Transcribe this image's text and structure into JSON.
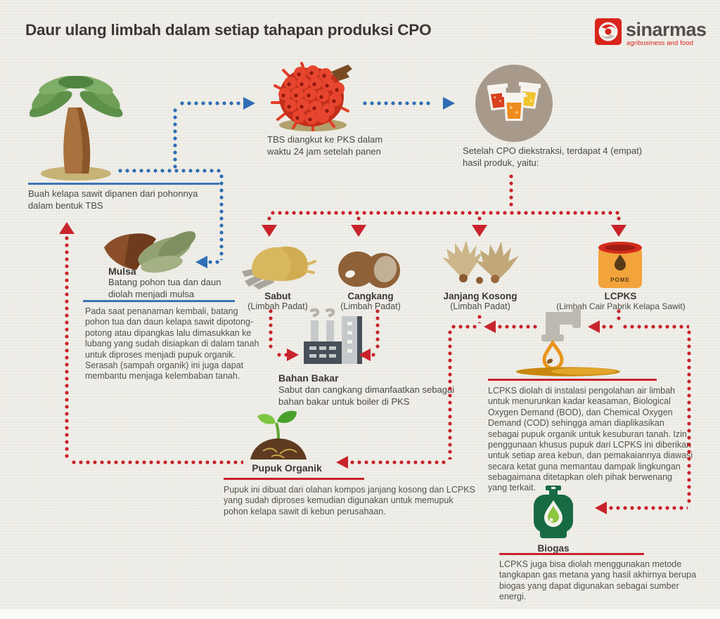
{
  "colors": {
    "background": "#f0efe9",
    "accent_red": "#c8232b",
    "accent_blue": "#2f6eb5",
    "logo_red": "#d9251c",
    "barrel_orange": "#f2a33c",
    "biogas_green": "#176b43"
  },
  "header": {
    "title": "Daur ulang limbah dalam setiap tahapan produksi CPO",
    "logo_name": "sinarmas",
    "logo_tagline": "agribusiness and food"
  },
  "stages": {
    "palm": {
      "caption": "Buah kelapa sawit dipanen dari pohonnya dalam bentuk TBS"
    },
    "tbs": {
      "caption": "TBS diangkut ke PKS dalam waktu 24 jam setelah panen"
    },
    "extraction": {
      "caption": "Setelah CPO diekstraksi, terdapat 4 (empat) hasil produk, yaitu:"
    },
    "mulsa": {
      "label": "Mulsa",
      "caption": "Batang pohon tua dan daun diolah menjadi mulsa",
      "paragraph": "Pada saat penanaman kembali, batang pohon tua dan daun kelapa sawit dipotong-potong atau dipangkas lalu dimasukkan ke lubang yang sudah disiapkan di dalam tanah untuk diproses menjadi pupuk organik. Serasah (sampah organik) ini juga dapat membantu menjaga kelembaban tanah."
    },
    "sabut": {
      "label": "Sabut",
      "sublabel": "(Limbah Padat)"
    },
    "cangkang": {
      "label": "Cangkang",
      "sublabel": "(Limbah Padat)"
    },
    "janjang_kosong": {
      "label": "Janjang Kosong",
      "sublabel": "(Limbah Padat)"
    },
    "lcpks": {
      "label": "LCPKS",
      "sublabel": "(Limbah Cair Pabrik Kelapa Sawit)",
      "barrel_text": "POME"
    },
    "bahan_bakar": {
      "label": "Bahan Bakar",
      "caption": "Sabut dan cangkang dimanfaatkan sebagai bahan bakar untuk boiler di PKS"
    },
    "pupuk_organik": {
      "label": "Pupuk Organik",
      "paragraph": "Pupuk ini dibuat dari olahan kompos janjang kosong dan LCPKS yang sudah diproses kemudian digunakan untuk memupuk pohon kelapa sawit di kebun perusahaan."
    },
    "lcpks_treatment": {
      "paragraph": "LCPKS diolah di instalasi pengolahan air limbah untuk menurunkan kadar keasaman, Biological Oxygen Demand (BOD), dan Chemical Oxygen Demand (COD) sehingga aman diaplikasikan sebagai pupuk organik untuk kesuburan tanah. Izin penggunaan khusus pupuk dari LCPKS ini diberikan untuk setiap area kebun, dan pemakaiannya diawasi secara ketat guna memantau dampak lingkungan sebagaimana ditetapkan oleh pihak berwenang yang terkait."
    },
    "biogas": {
      "label": "Biogas",
      "paragraph": "LCPKS juga bisa diolah menggunakan metode tangkapan gas metana yang hasil akhirnya berupa biogas yang dapat digunakan sebagai sumber energi."
    }
  },
  "icons": {
    "sinarmas-logo-icon": "red square with white swirl",
    "palm-tree-icon": "oil palm tree",
    "tbs-bunch-icon": "fresh fruit bunch (TBS)",
    "extraction-beakers-icon": "three beakers with red, orange, yellow liquid",
    "mulsa-icon": "old trunk and frond mulch",
    "sabut-icon": "fibre pile",
    "cangkang-icon": "palm kernel shells",
    "janjang-kosong-icon": "empty fruit bunches",
    "pome-barrel-icon": "orange POME barrel",
    "factory-icon": "mill boiler factory",
    "faucet-icon": "tap with treated effluent drop",
    "seedling-icon": "sprout in compost",
    "biogas-cylinder-icon": "green gas cylinder with drop"
  }
}
